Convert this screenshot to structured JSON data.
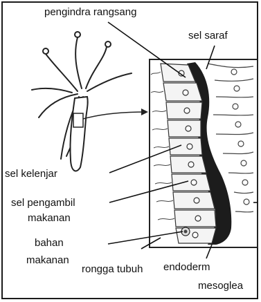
{
  "labels": {
    "sensory_receptor": "pengindra rangsang",
    "nerve_cell": "sel saraf",
    "gland_cell": "sel kelenjar",
    "feeding_cell_line1": "sel pengambil",
    "feeding_cell_line2": "makanan",
    "food_material_line1": "bahan",
    "food_material_line2": "makanan",
    "body_cavity": "rongga tubuh",
    "endoderm": "endoderm",
    "mesoglea": "mesoglea"
  }
}
